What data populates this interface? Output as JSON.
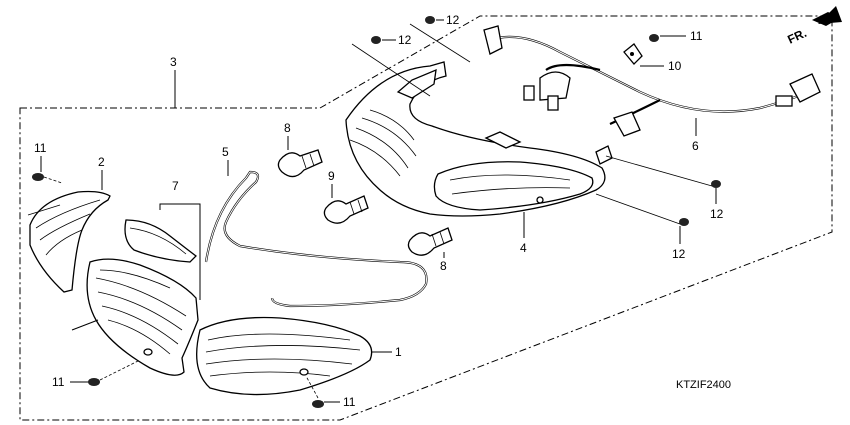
{
  "diagram": {
    "code": "KTZIF2400",
    "direction_label": "FR.",
    "callouts": {
      "c1": "1",
      "c2": "2",
      "c3": "3",
      "c4": "4",
      "c5": "5",
      "c6": "6",
      "c7": "7",
      "c8a": "8",
      "c8b": "8",
      "c9": "9",
      "c10": "10",
      "c11a": "11",
      "c11b": "11",
      "c11c": "11",
      "c11d": "11",
      "c12a": "12",
      "c12b": "12",
      "c12c": "12",
      "c12d": "12"
    }
  }
}
